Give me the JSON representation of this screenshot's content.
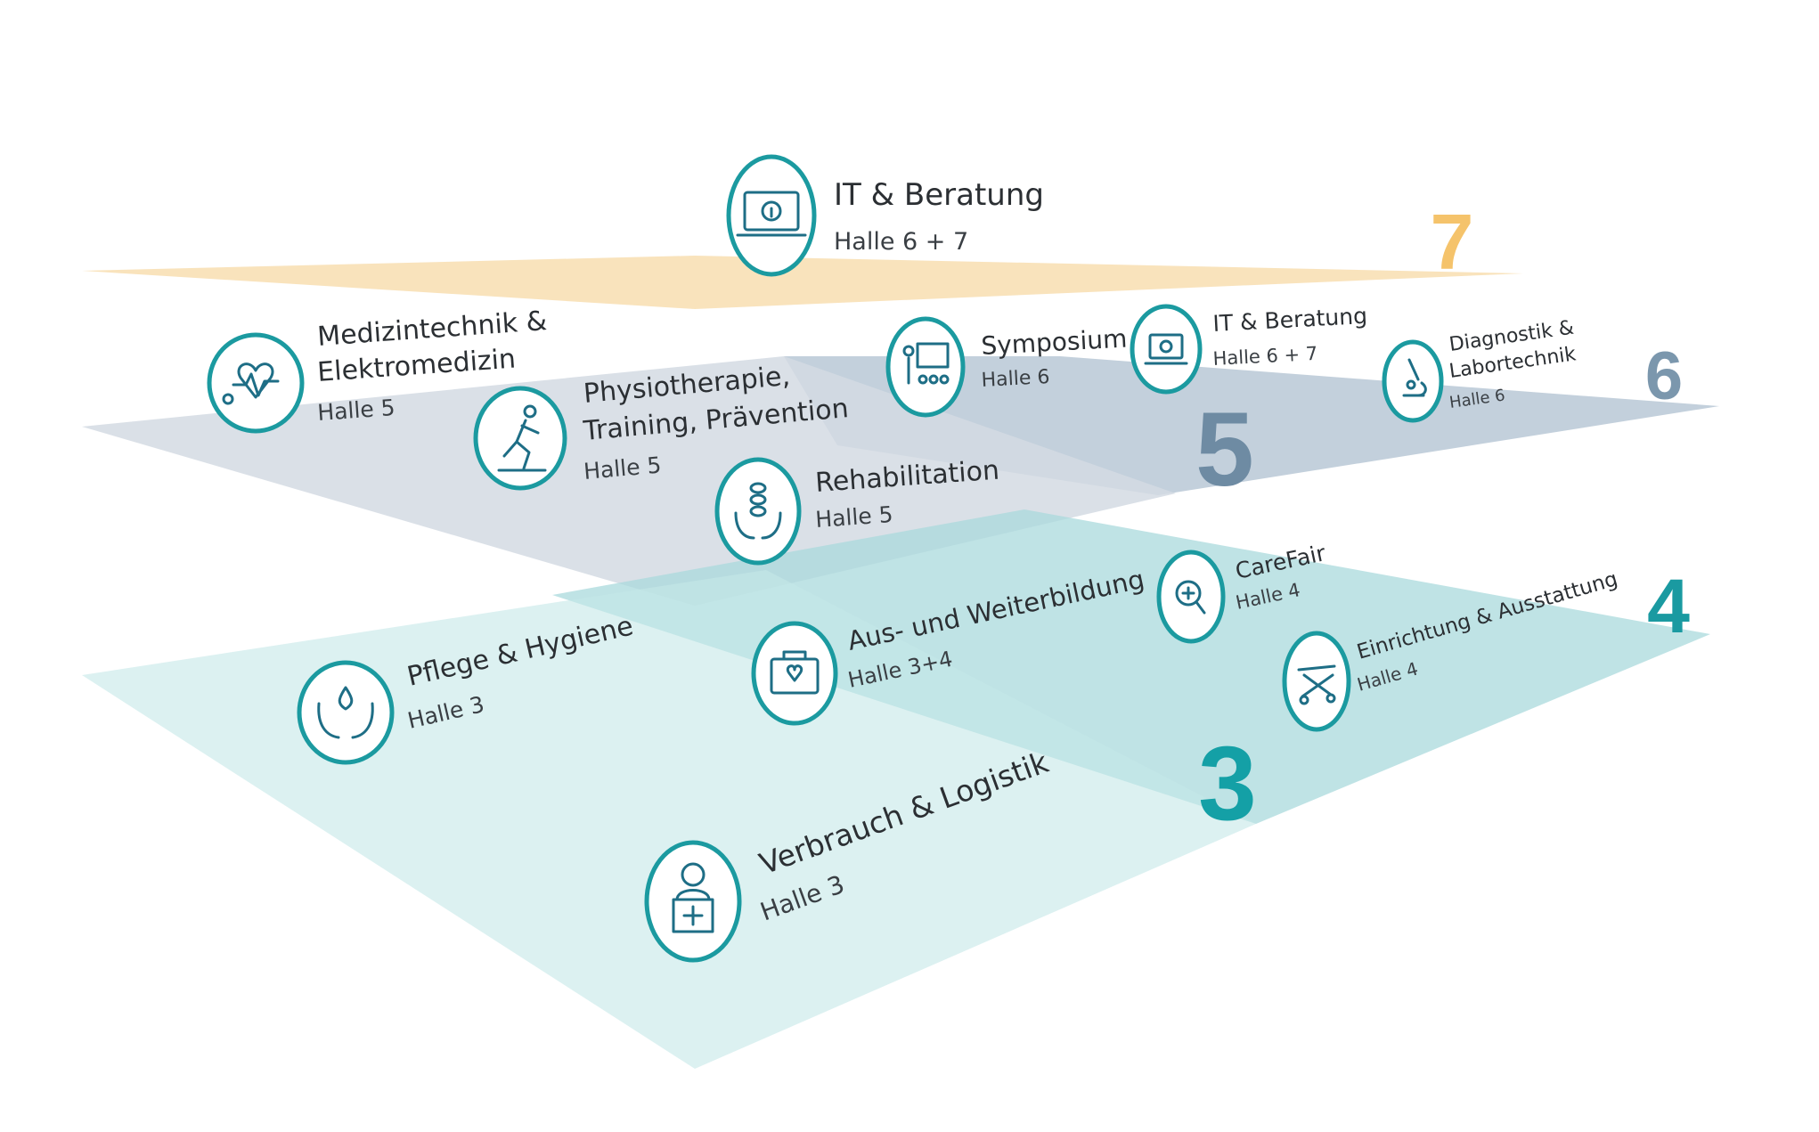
{
  "colors": {
    "ring": "#1b9aa0",
    "icon": "#1e6e86",
    "floor7": "#f7d9a6",
    "floor6": "#b9c8d6",
    "floor5": "#d3dbe3",
    "floor4": "#a9d9dc",
    "floor3": "#c4e7e8",
    "num7": "#f5c36b",
    "num6": "#7b97ad",
    "num5": "#6e8ba3",
    "num4": "#1a9aa1",
    "num3": "#14a0a6"
  },
  "floors": {
    "f7": "7",
    "f6": "6",
    "f5": "5",
    "f4": "4",
    "f3": "3"
  },
  "items": {
    "it_top": {
      "title": "IT & Beratung",
      "hall": "Halle 6 + 7",
      "icon": "laptop-info-icon"
    },
    "medizintechnik": {
      "title1": "Medizintechnik &",
      "title2": "Elektromedizin",
      "hall": "Halle 5",
      "icon": "heart-stethoscope-icon"
    },
    "physio": {
      "title1": "Physiotherapie,",
      "title2": "Training, Prävention",
      "hall": "Halle 5",
      "icon": "runner-icon"
    },
    "symposium": {
      "title": "Symposium",
      "hall": "Halle 6",
      "icon": "presentation-icon"
    },
    "it_mid": {
      "title": "IT & Beratung",
      "hall": "Halle 6 + 7",
      "icon": "laptop-info-icon"
    },
    "diagnostik": {
      "title1": "Diagnostik &",
      "title2": "Labortechnik",
      "hall": "Halle 6",
      "icon": "microscope-icon"
    },
    "rehabilitation": {
      "title": "Rehabilitation",
      "hall": "Halle 5",
      "icon": "spine-hands-icon"
    },
    "carefair": {
      "title": "CareFair",
      "hall": "Halle 4",
      "icon": "magnifier-plus-icon"
    },
    "aus_weiter": {
      "title": "Aus- und Weiterbildung",
      "hall": "Halle 3+4",
      "icon": "heart-case-icon"
    },
    "einrichtung": {
      "title": "Einrichtung & Ausstattung",
      "hall": "Halle 4",
      "icon": "stretcher-icon"
    },
    "pflege": {
      "title": "Pflege & Hygiene",
      "hall": "Halle 3",
      "icon": "hands-drop-icon"
    },
    "verbrauch": {
      "title": "Verbrauch & Logistik",
      "hall": "Halle 3",
      "icon": "person-box-icon"
    }
  }
}
